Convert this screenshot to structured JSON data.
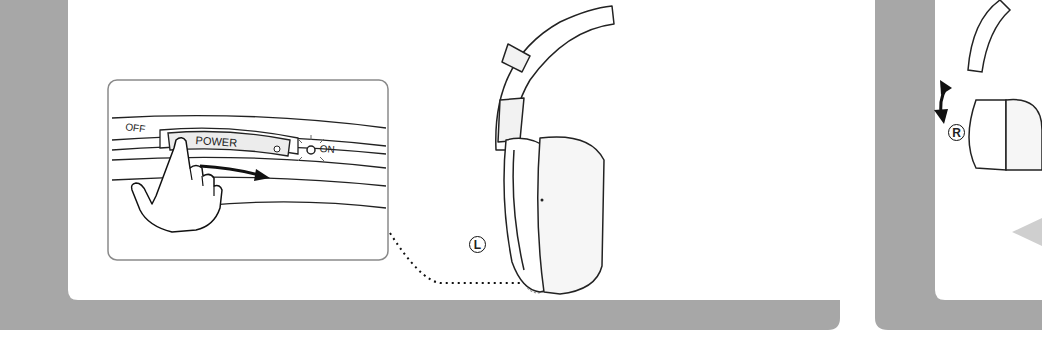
{
  "diagram": {
    "labels": [
      "OFF",
      "POWER",
      "ON",
      "L",
      "R"
    ]
  }
}
